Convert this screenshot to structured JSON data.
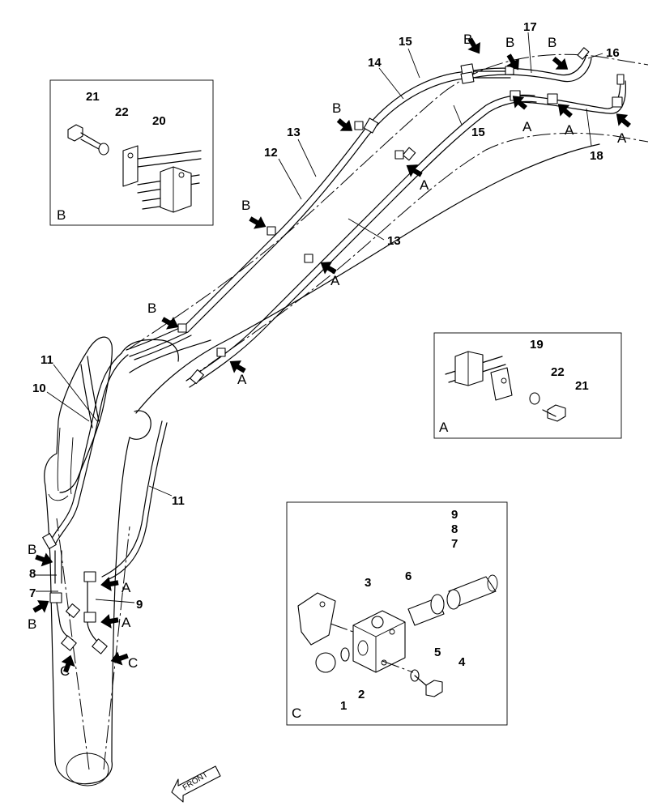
{
  "callouts": {
    "n1": "1",
    "n2": "2",
    "n3": "3",
    "n4": "4",
    "n5": "5",
    "n6": "6",
    "n7a": "7",
    "n7b": "7",
    "n8a": "8",
    "n8b": "8",
    "n9a": "9",
    "n9b": "9",
    "n10": "10",
    "n11a": "11",
    "n11b": "11",
    "n12": "12",
    "n13a": "13",
    "n13b": "13",
    "n14": "14",
    "n15a": "15",
    "n15b": "15",
    "n16": "16",
    "n17": "17",
    "n18": "18",
    "n19": "19",
    "n20": "20",
    "n21a": "21",
    "n21b": "21",
    "n22a": "22",
    "n22b": "22"
  },
  "clamp_refs": {
    "a1": "A",
    "a2": "A",
    "a3": "A",
    "a4": "A",
    "a5": "A",
    "a6": "A",
    "a7": "A",
    "a8": "A",
    "b1": "B",
    "b2": "B",
    "b3": "B",
    "b4": "B",
    "b5": "B",
    "b6": "B",
    "b7": "B",
    "b8": "B",
    "c1": "C",
    "c2": "C"
  },
  "detail_boxes": {
    "A": {
      "label": "A"
    },
    "B": {
      "label": "B"
    },
    "C": {
      "label": "C"
    }
  },
  "front_indicator": {
    "label": "FRONT"
  }
}
